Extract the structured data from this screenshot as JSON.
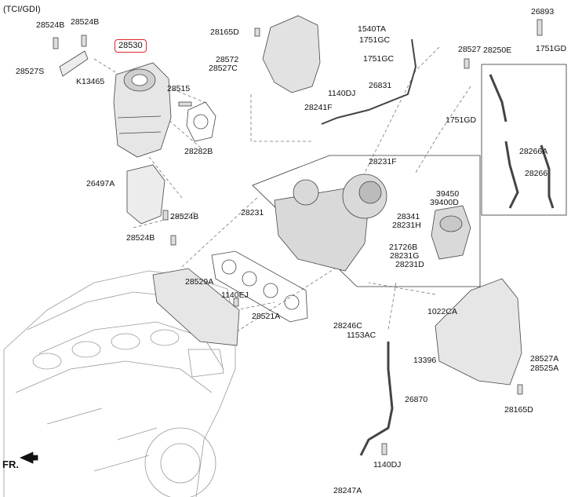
{
  "variant": "(TCI/GDI)",
  "front_marker": "FR.",
  "highlight_color": "#e0262b",
  "highlighted_part": "28530",
  "labels": {
    "p28524B_a": "28524B",
    "p28524B_b": "28524B",
    "p28527S": "28527S",
    "pK13465": "K13465",
    "p28515": "28515",
    "p28282B": "28282B",
    "p26497A": "26497A",
    "p28524B_c": "28524B",
    "p28524B_d": "28524B",
    "p28165D_top": "28165D",
    "p28572": "28572",
    "p28527C": "28527C",
    "p28241F": "28241F",
    "p1540TA": "1540TA",
    "p1751GC_a": "1751GC",
    "p1751GC_b": "1751GC",
    "p1140DJ_top": "1140DJ",
    "p26831": "26831",
    "p26893": "26893",
    "p28527": "28527",
    "p28250E": "28250E",
    "p1751GD_a": "1751GD",
    "p1751GD_b": "1751GD",
    "p28266A": "28266A",
    "p28266": "28266",
    "p28231F": "28231F",
    "p28231": "28231",
    "p39450": "39450",
    "p39400D": "39400D",
    "p28341": "28341",
    "p28231H": "28231H",
    "p21726B": "21726B",
    "p28231G": "28231G",
    "p28231D": "28231D",
    "p28529A": "28529A",
    "p1140EJ": "1140EJ",
    "p28521A": "28521A",
    "p1022CA": "1022CA",
    "p28246C": "28246C",
    "p1153AC": "1153AC",
    "p13396": "13396",
    "p28527A": "28527A",
    "p28525A": "28525A",
    "p28165D_bot": "28165D",
    "p26870": "26870",
    "p1140DJ_bot": "1140DJ",
    "p28247A": "28247A"
  }
}
